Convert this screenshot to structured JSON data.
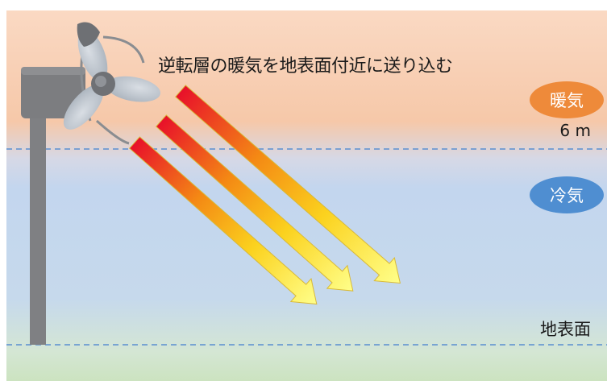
{
  "diagram": {
    "caption": "逆転層の暖気を地表面付近に送り込む",
    "warm_air_label": "暖気",
    "cold_air_label": "冷気",
    "height_label": "6 m",
    "ground_label": "地表面"
  },
  "colors": {
    "warm_layer": "#f6c8a9",
    "cold_layer": "#c3d6ee",
    "ground_layer": "#cfe3c4",
    "dashed_line": "#5a8fd0",
    "warm_badge": "#ee8a3a",
    "cold_badge": "#4f8ed1",
    "arrow_start": "#e8102a",
    "arrow_end": "#ffff8a",
    "fan_body": "#7f8083",
    "fan_blade": "#b9c0c8"
  }
}
